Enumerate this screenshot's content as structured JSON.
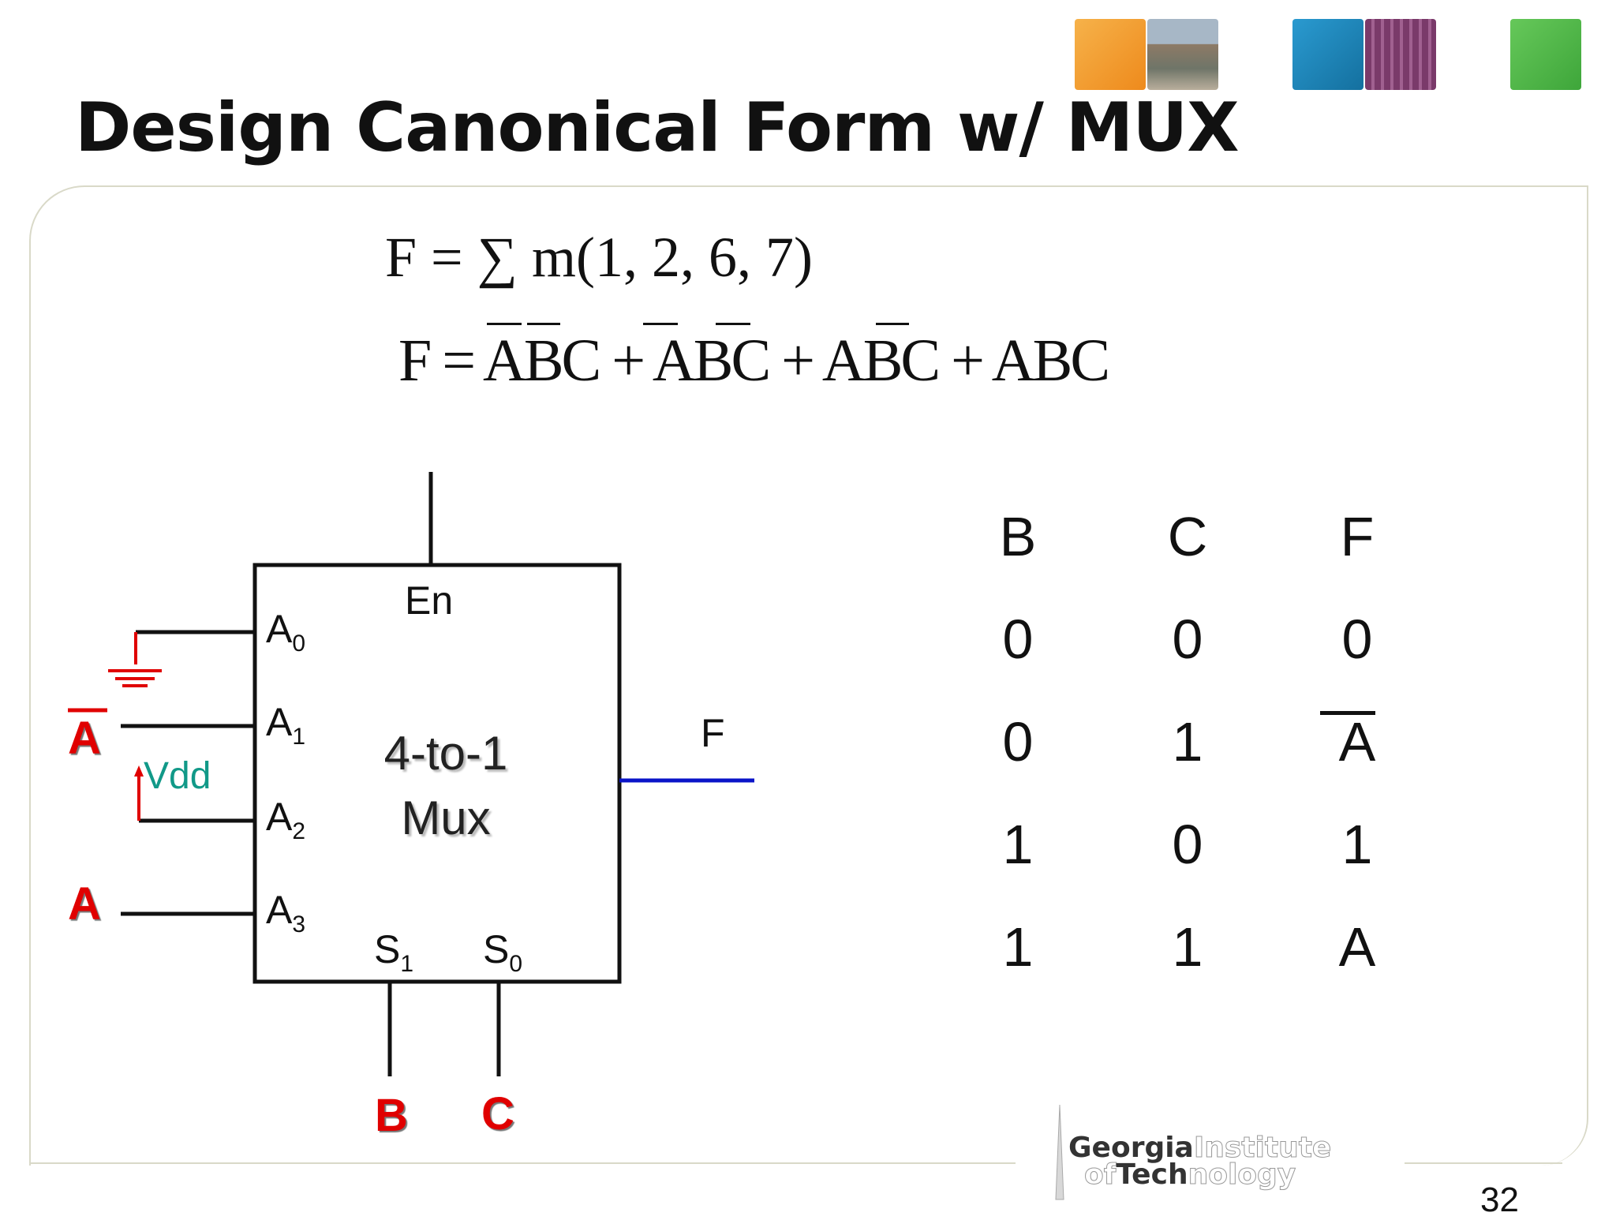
{
  "slide": {
    "title": "Design Canonical Form w/ MUX",
    "page_number": "32"
  },
  "equations": {
    "minterm": "F = ∑ m(1, 2, 6, 7)",
    "sop_prefix": "F = ",
    "sop_terms": [
      "ABC",
      "ABC",
      "ABC",
      "ABC"
    ],
    "plus": " + "
  },
  "mux": {
    "enable_label": "En",
    "name_line1": "4-to-1",
    "name_line2": "Mux",
    "inputs": [
      "A",
      "A",
      "A",
      "A"
    ],
    "input_subscripts": [
      "0",
      "1",
      "2",
      "3"
    ],
    "select_labels": [
      "S",
      "S"
    ],
    "select_subscripts": [
      "1",
      "0"
    ],
    "output_label": "F"
  },
  "connections": {
    "a1_label": "A",
    "vdd_label": "Vdd",
    "a3_label": "A",
    "select1_signal": "B",
    "select0_signal": "C"
  },
  "truth_table": {
    "headers": [
      "B",
      "C",
      "F"
    ],
    "rows": [
      [
        "0",
        "0",
        "0"
      ],
      [
        "0",
        "1",
        "A"
      ],
      [
        "1",
        "0",
        "1"
      ],
      [
        "1",
        "1",
        "A"
      ]
    ]
  },
  "logo": {
    "line1_bold": "Georgia",
    "line1_light": "Institute",
    "line2_light1": "of",
    "line2_bold": "Tech",
    "line2_light2": "nology"
  },
  "colors": {
    "tile1": "#f39a2b",
    "tile2": "#8a8f86",
    "tile3": "#1f86b8",
    "tile4": "#7a3a6a",
    "tile5": "#4fb94a",
    "red": "#e00000",
    "output_wire": "#0a14c8",
    "vdd": "#119988"
  }
}
